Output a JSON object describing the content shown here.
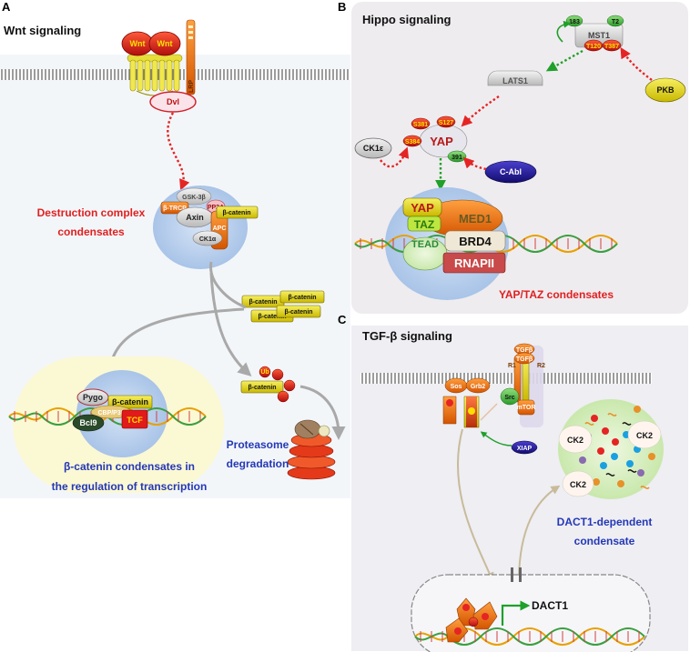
{
  "panels": {
    "a": {
      "letter": "A",
      "title": "Wnt signaling"
    },
    "b": {
      "letter": "B",
      "title": "Hippo signaling"
    },
    "c": {
      "letter": "C",
      "title": "TGF-β signaling"
    }
  },
  "wnt": {
    "ligand_1": "Wnt",
    "ligand_2": "Wnt",
    "lrp": "LRP",
    "dvl": "Dvl",
    "destruction_line1": "Destruction complex",
    "destruction_line2": "condensates",
    "gsk3b": "GSK-3β",
    "btrcp": "β-TRCP",
    "pp2a": "PP2A",
    "axin": "Axin",
    "apc": "APC",
    "bcat": "β-catenin",
    "ck1a": "CK1α",
    "bcat_cluster": [
      "β-catenin",
      "β-catenin",
      "β-catenin",
      "β-catenin"
    ],
    "bcat_ub": "β-catenin",
    "ub": "Ub",
    "pygo": "Pygo",
    "bcat_nuc": "β-catenin",
    "cbp": "CBP/P300",
    "bcl9": "Bcl9",
    "tcf": "TCF",
    "bcat_cond_line1": "β-catenin condensates in",
    "bcat_cond_line2": "the regulation of transcription",
    "proteasome_line1": "Proteasome",
    "proteasome_line2": "degradation"
  },
  "hippo": {
    "mst1": "MST1",
    "s183": "183",
    "t2": "T2",
    "t120": "T120",
    "t387": "T387",
    "lats1": "LATS1",
    "pkb": "PKB",
    "yap": "YAP",
    "s127": "S127",
    "s381": "S381",
    "y391": "391",
    "s384": "S384",
    "ck1e": "CK1ε",
    "cabl": "C-Abl",
    "yap_c": "YAP",
    "taz": "TAZ",
    "med1": "MED1",
    "tead": "TEAD",
    "brd4": "BRD4",
    "rnapii": "RNAPII",
    "condensate": "YAP/TAZ condensates"
  },
  "tgf": {
    "tgfb_1": "TGFβ",
    "tgfb_2": "TGFβ",
    "r1": "R1",
    "r2": "R2",
    "sos": "Sos",
    "grb2": "Grb2",
    "src": "Src",
    "mtor": "mTOR",
    "xiap": "XIAP",
    "ck2_1": "CK2",
    "ck2_2": "CK2",
    "ck2_3": "CK2",
    "dact1_line1": "DACT1-dependent",
    "dact1_line2": "condensate",
    "dact1_gene": "DACT1"
  },
  "colors": {
    "panel_b_bg": "#efecef",
    "panel_c_bg": "#eeeef3",
    "panel_a_bg": "#f3f6f9",
    "condensate_blue": "#c2d5ee",
    "condensate_green": "#d8eec2",
    "label_red": "#e02020",
    "label_blue": "#2438b6",
    "yellow": "#e5d800",
    "red_cap": "#d81e1e"
  }
}
